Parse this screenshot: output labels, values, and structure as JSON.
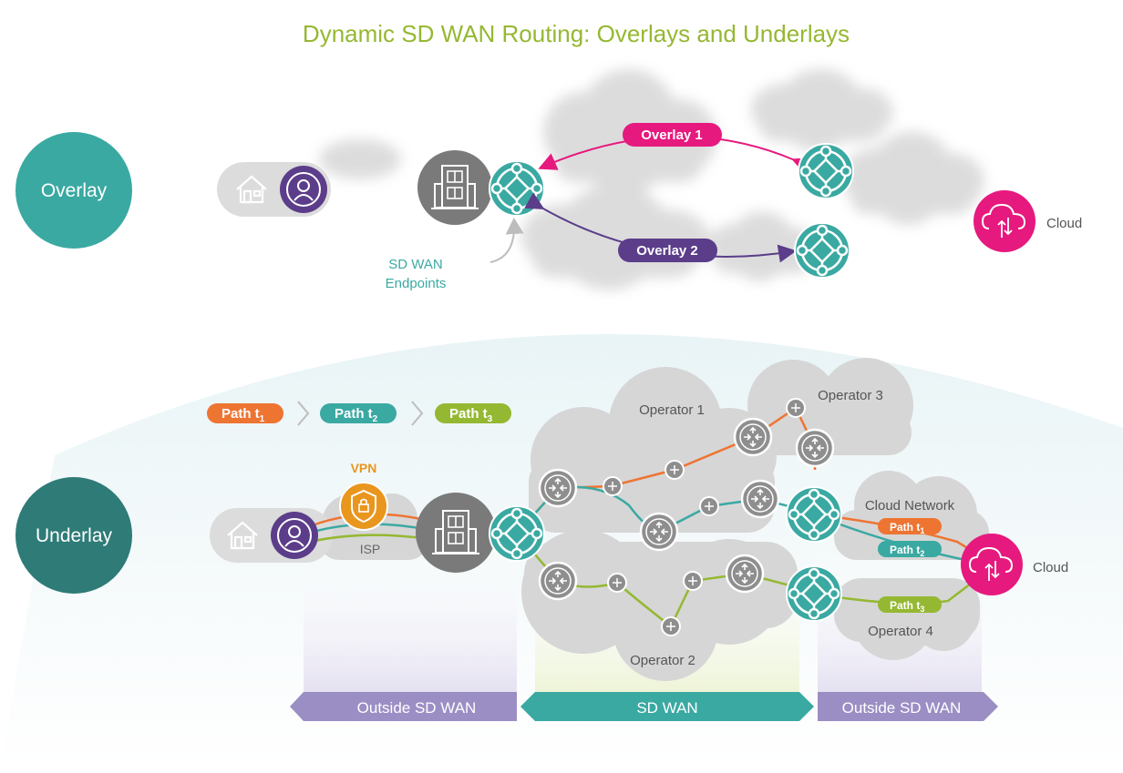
{
  "title": "Dynamic SD WAN Routing: Overlays and Underlays",
  "layers": {
    "overlay": "Overlay",
    "underlay": "Underlay"
  },
  "overlay": {
    "overlay1_label": "Overlay 1",
    "overlay2_label": "Overlay 2",
    "endpoints_label_line1": "SD WAN",
    "endpoints_label_line2": "Endpoints",
    "cloud_label": "Cloud"
  },
  "underlay": {
    "path_legend": [
      {
        "label": "Path t",
        "sub": "1",
        "color": "#ee7432"
      },
      {
        "label": "Path t",
        "sub": "2",
        "color": "#3aa9a2"
      },
      {
        "label": "Path t",
        "sub": "3",
        "color": "#95b832"
      }
    ],
    "vpn_label": "VPN",
    "isp_label": "ISP",
    "operators": [
      "Operator 1",
      "Operator 2",
      "Operator 3",
      "Operator 4"
    ],
    "cloud_network_label": "Cloud Network",
    "cloud_label": "Cloud",
    "cloud_paths": [
      {
        "label": "Path t",
        "sub": "1"
      },
      {
        "label": "Path t",
        "sub": "2"
      },
      {
        "label": "Path t",
        "sub": "3"
      }
    ]
  },
  "bands": [
    "Outside SD WAN",
    "SD WAN",
    "Outside SD WAN"
  ],
  "colors": {
    "title": "#95b832",
    "teal": "#3aa9a2",
    "dark_teal": "#2e7b77",
    "magenta": "#e6197e",
    "purple": "#5b3d8a",
    "orange": "#ee7432",
    "green": "#95b832",
    "band_purple": "#9b8ec4",
    "vpn_orange": "#e9961e"
  },
  "icons": [
    "home-icon",
    "user-icon",
    "building-icon",
    "router-icon",
    "cloud-upload-icon",
    "shield-lock-icon"
  ]
}
